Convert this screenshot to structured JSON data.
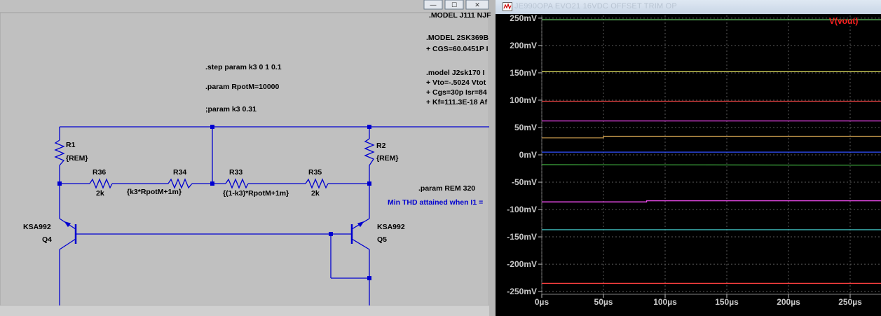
{
  "schematic": {
    "window_buttons": [
      "—",
      "☐",
      "✕"
    ],
    "model_lines": [
      ".MODEL J111 NJF",
      ".MODEL 2SK369B",
      "+ CGS=60.0451P I",
      ".model J2sk170 I",
      "+ Vto=-.5024 Vtot",
      "+ Cgs=30p Isr=84",
      "+ Kf=111.3E-18 Af"
    ],
    "directives": [
      ".step param k3 0 1 0.1",
      ".param RpotM=10000",
      ";param k3 0.31",
      ".param REM 320"
    ],
    "note": "Min THD attained when I1 =",
    "components": {
      "r1_name": "R1",
      "r1_value": "{REM}",
      "r2_name": "R2",
      "r2_value": "{REM}",
      "r36_name": "R36",
      "r36_value": "2k",
      "r34_name": "R34",
      "r34_value": "{k3*RpotM+1m}",
      "r33_name": "R33",
      "r33_value": "{(1-k3)*RpotM+1m}",
      "r35_name": "R35",
      "r35_value": "2k",
      "q4_model": "KSA992",
      "q4_name": "Q4",
      "q5_model": "KSA992",
      "q5_name": "Q5"
    }
  },
  "waveform_window": {
    "title": "JE990OPA EVO21 16VDC OFFSET TRIM OP",
    "trace_label": "V(vout)",
    "trace_label_color": "#ff2020",
    "y_ticks": [
      "250mV",
      "200mV",
      "150mV",
      "100mV",
      "50mV",
      "0mV",
      "-50mV",
      "-100mV",
      "-150mV",
      "-200mV",
      "-250mV"
    ],
    "x_ticks": [
      "0µs",
      "50µs",
      "100µs",
      "150µs",
      "200µs",
      "250µs"
    ]
  },
  "chart_data": {
    "type": "line",
    "title": "",
    "xlabel": "",
    "ylabel": "",
    "x_unit": "µs",
    "y_unit": "mV",
    "xlim": [
      0,
      275
    ],
    "ylim": [
      -255,
      255
    ],
    "grid": true,
    "legend": "top-right",
    "series": [
      {
        "color": "#80ff80",
        "x": [
          0,
          275
        ],
        "y": [
          247,
          247
        ]
      },
      {
        "color": "#e0e060",
        "x": [
          0,
          275
        ],
        "y": [
          152,
          152
        ]
      },
      {
        "color": "#e04040",
        "x": [
          0,
          275
        ],
        "y": [
          98,
          98
        ]
      },
      {
        "color": "#e040e0",
        "x": [
          0,
          275
        ],
        "y": [
          62,
          62
        ]
      },
      {
        "color": "#d0a050",
        "x": [
          0,
          50,
          50,
          275
        ],
        "y": [
          31,
          31,
          34,
          34
        ]
      },
      {
        "color": "#3050ff",
        "x": [
          0,
          275
        ],
        "y": [
          5,
          5
        ]
      },
      {
        "color": "#40b040",
        "x": [
          0,
          275
        ],
        "y": [
          -18,
          -19
        ]
      },
      {
        "color": "#ff50ff",
        "x": [
          0,
          85,
          85,
          275
        ],
        "y": [
          -86,
          -86,
          -84,
          -84
        ]
      },
      {
        "color": "#40c0c0",
        "x": [
          0,
          275
        ],
        "y": [
          -137,
          -137
        ]
      },
      {
        "color": "#ff4040",
        "x": [
          0,
          275
        ],
        "y": [
          -235,
          -235
        ]
      }
    ]
  }
}
